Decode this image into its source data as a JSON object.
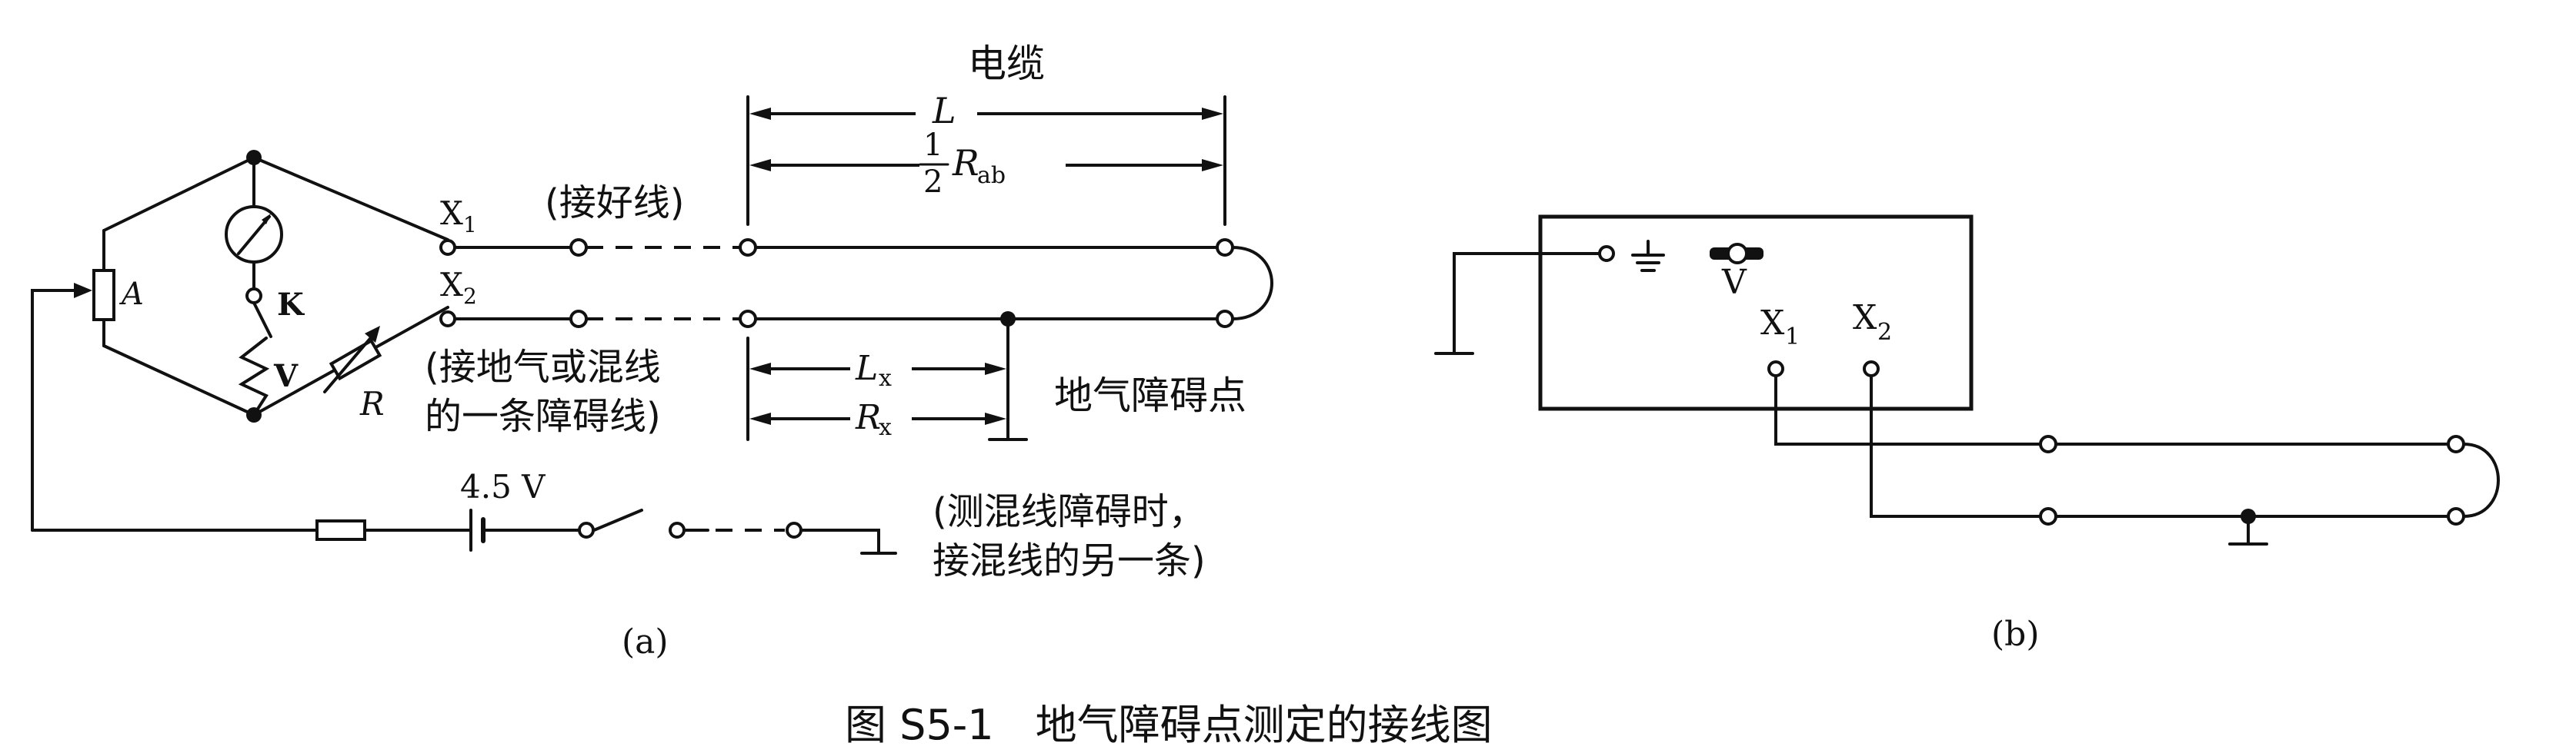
{
  "panel_a": {
    "cable_title": "电缆",
    "label_L": "L",
    "half_num": "1",
    "half_den": "2",
    "label_R": "R",
    "label_ab": "ab",
    "label_X1": "X",
    "label_X1_sub": "1",
    "label_X2": "X",
    "label_X2_sub": "2",
    "note_good_line": "(接好线)",
    "note_fault_line_1": "(接地气或混线",
    "note_fault_line_2": "的一条障碍线)",
    "label_Lx": "L",
    "label_Lx_sub": "x",
    "label_Rx": "R",
    "label_Rx_sub": "x",
    "fault_point": "地气障碍点",
    "label_A": "A",
    "label_K": "K",
    "label_V": "V",
    "label_Rvar": "R",
    "battery_voltage": "4.5 V",
    "note_short_1": "(测混线障碍时，",
    "note_short_2": "接混线的另一条)",
    "caption": "(a)"
  },
  "panel_b": {
    "label_V": "V",
    "label_X1": "X",
    "label_X1_sub": "1",
    "label_X2": "X",
    "label_X2_sub": "2",
    "caption": "(b)"
  },
  "figure_caption": "图 S5-1　地气障碍点测定的接线图"
}
